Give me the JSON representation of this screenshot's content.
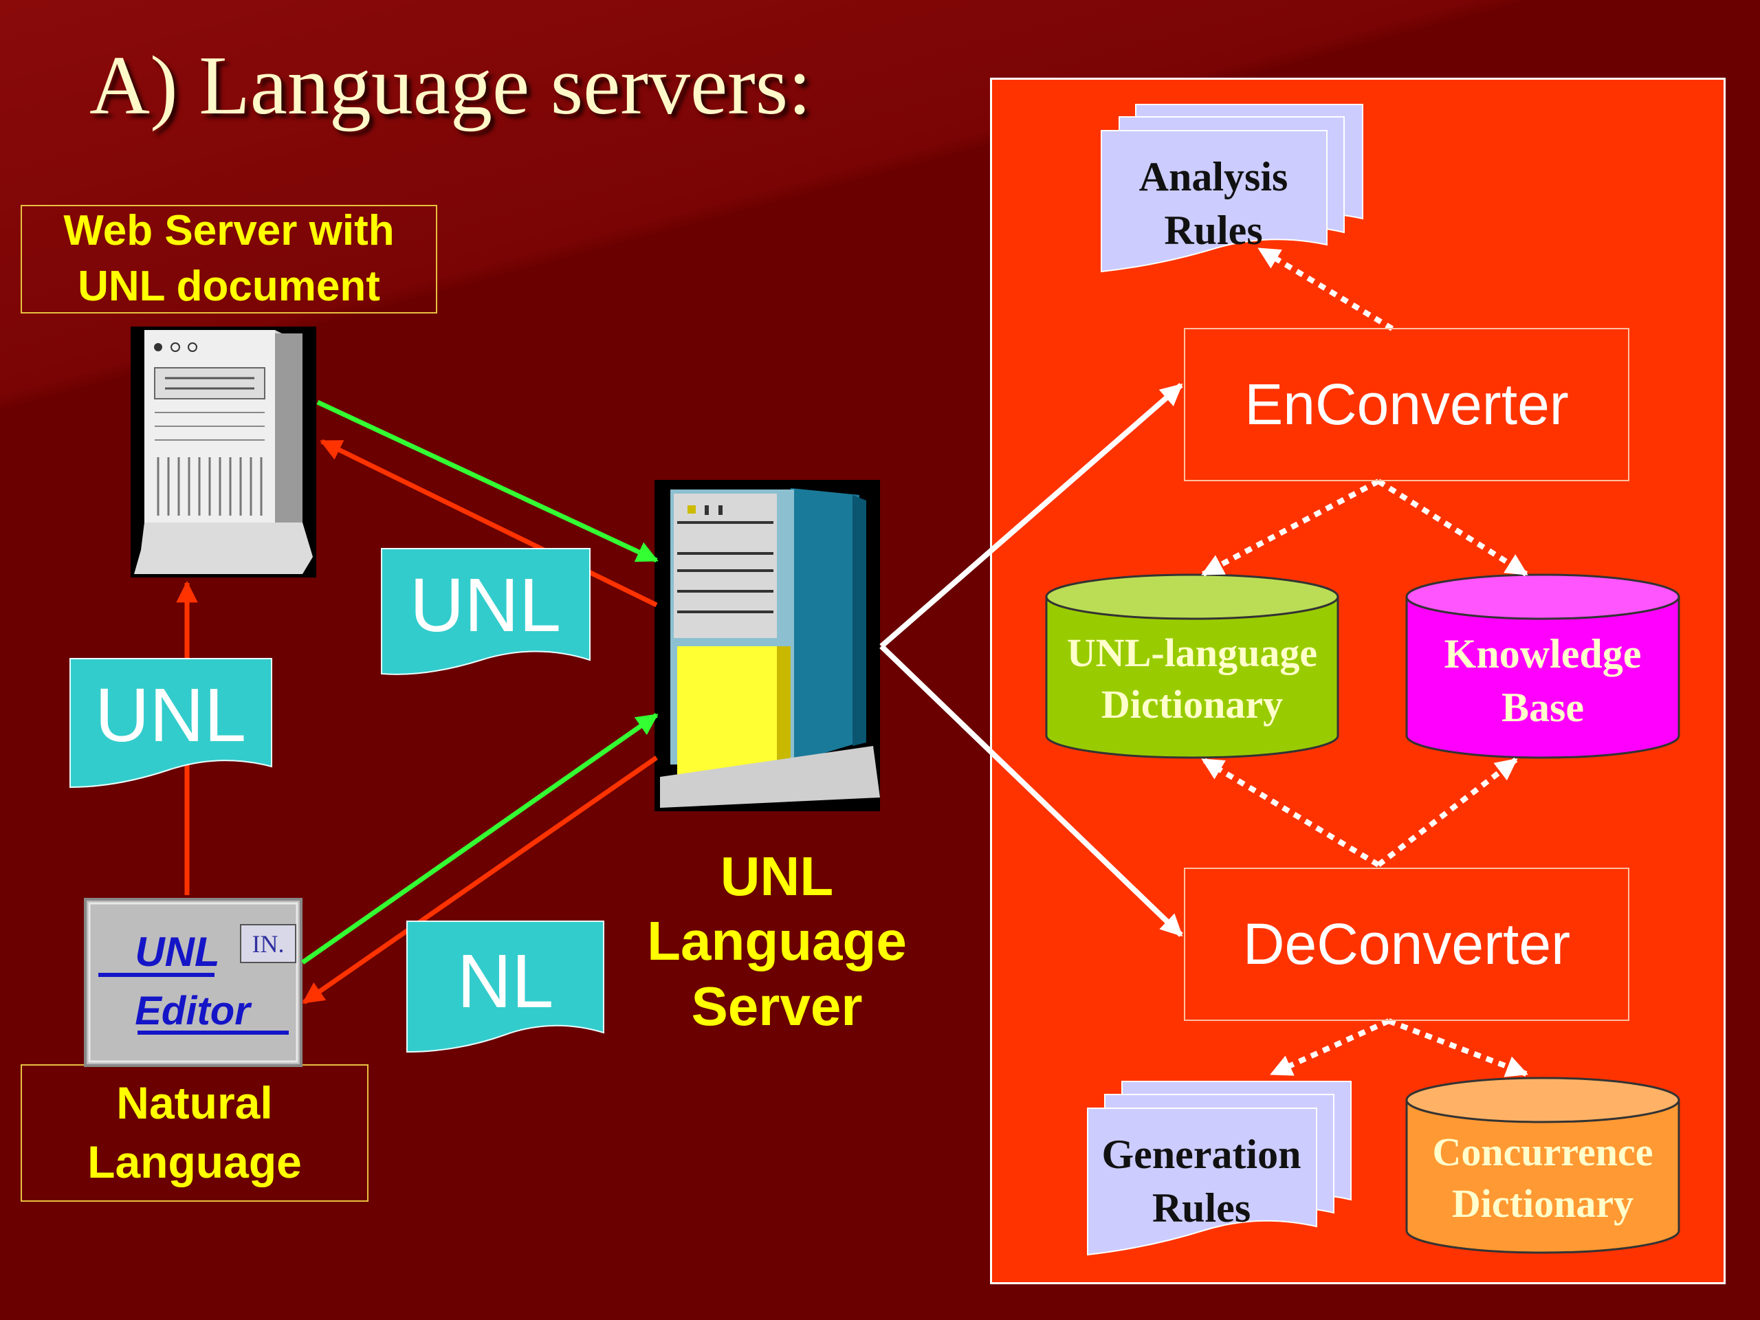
{
  "title": "A) Language servers:",
  "web_server_label": [
    "Web Server with",
    "UNL document"
  ],
  "natural_language_label": [
    "Natural",
    "Language"
  ],
  "unl_language_server_label": [
    "UNL",
    "Language",
    "Server"
  ],
  "editor_icon": {
    "unl": "UNL",
    "editor": "Editor",
    "badge": "IN."
  },
  "doc_unl_1": "UNL",
  "doc_unl_2": "UNL",
  "doc_nl": "NL",
  "enconverter": "EnConverter",
  "deconverter": "DeConverter",
  "analysis_rules": [
    "Analysis",
    "Rules"
  ],
  "generation_rules": [
    "Generation",
    "Rules"
  ],
  "unl_dictionary": [
    "UNL-language",
    "Dictionary"
  ],
  "knowledge_base": [
    "Knowledge",
    "Base"
  ],
  "concurrence_dictionary": [
    "Concurrence",
    "Dictionary"
  ],
  "colors": {
    "background": "#6e0000",
    "panel": "#ff3300",
    "label_yellow": "#ffff00",
    "doc_teal": "#33cccc",
    "arrow_green": "#33ff33",
    "arrow_red": "#ff3300",
    "dict_green": "#99cc00",
    "kb_magenta": "#ff00ff",
    "concurrence_orange": "#ff9933",
    "rules_lavender": "#ccccff"
  },
  "icons": [
    "web-server-tower-icon",
    "unl-language-server-icon",
    "unl-editor-icon"
  ]
}
